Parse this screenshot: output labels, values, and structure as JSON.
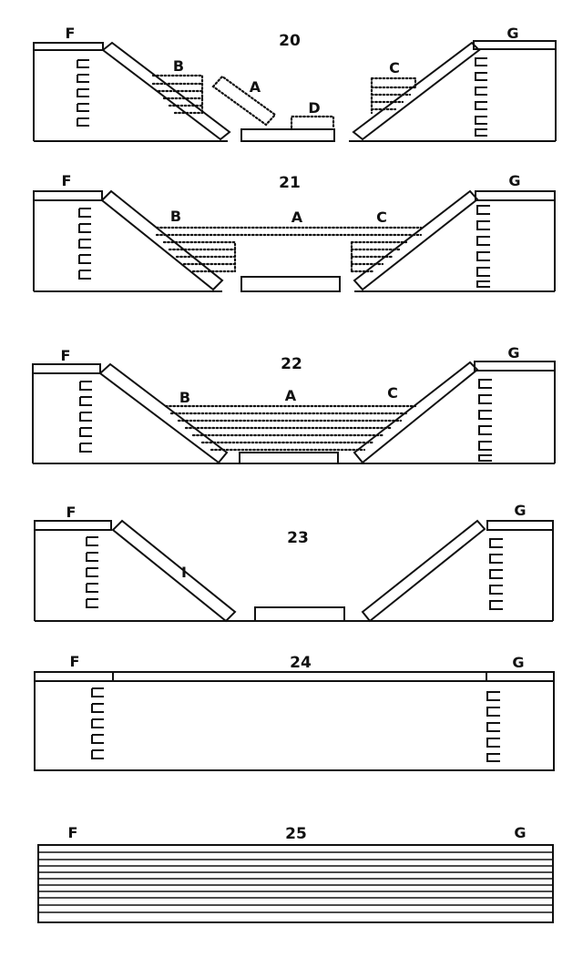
{
  "figures": [
    {
      "number": "20",
      "labels": {
        "left_end": "F",
        "right_end": "G",
        "center_block": "A",
        "left_stack": "B",
        "right_stack": "C",
        "floor_block": "D"
      }
    },
    {
      "number": "21",
      "labels": {
        "left_end": "F",
        "right_end": "G",
        "fill_line": "A",
        "left_stack": "B",
        "right_stack": "C"
      }
    },
    {
      "number": "22",
      "labels": {
        "left_end": "F",
        "right_end": "G",
        "fill_line": "A",
        "left_stack": "B",
        "right_stack": "C"
      }
    },
    {
      "number": "23",
      "labels": {
        "left_end": "F",
        "right_end": "G",
        "slab_mark": "I"
      }
    },
    {
      "number": "24",
      "labels": {
        "left_end": "F",
        "right_end": "G"
      }
    },
    {
      "number": "25",
      "labels": {
        "left_end": "F",
        "right_end": "G"
      }
    }
  ]
}
